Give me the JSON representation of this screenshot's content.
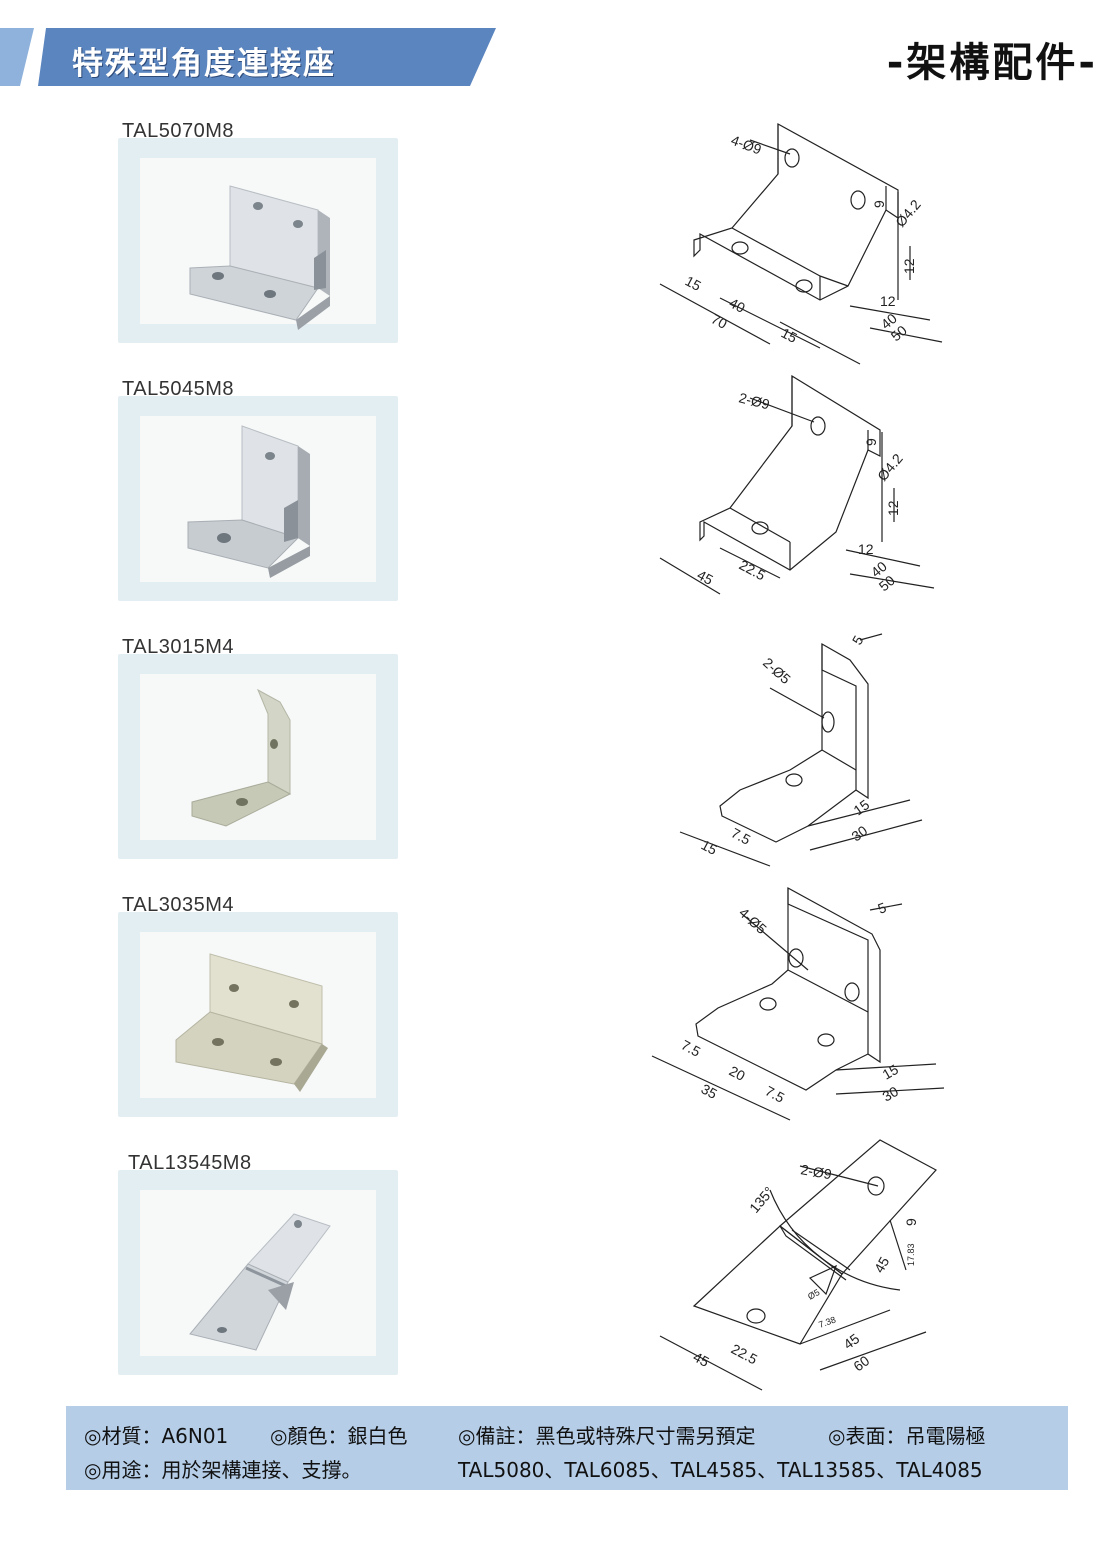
{
  "header": {
    "title": "特殊型角度連接座",
    "category": "-架構配件-"
  },
  "products": [
    {
      "model": "TAL5070M8",
      "dims": {
        "holes": "4-Ø9",
        "d1": "9",
        "d2": "Ø4.2",
        "d3": "12",
        "d4": "12",
        "d5": "40",
        "d6": "50",
        "d7": "15",
        "d8": "40",
        "d9": "70",
        "d10": "15"
      }
    },
    {
      "model": "TAL5045M8",
      "dims": {
        "holes": "2-Ø9",
        "d1": "9",
        "d2": "Ø4.2",
        "d3": "12",
        "d4": "12",
        "d5": "40",
        "d6": "50",
        "d7": "45",
        "d8": "22.5"
      }
    },
    {
      "model": "TAL3015M4",
      "dims": {
        "holes": "2-Ø5",
        "d1": "5",
        "d2": "15",
        "d3": "30",
        "d4": "15",
        "d5": "7.5"
      }
    },
    {
      "model": "TAL3035M4",
      "dims": {
        "holes": "4-Ø5",
        "d1": "5",
        "d2": "15",
        "d3": "30",
        "d4": "7.5",
        "d5": "20",
        "d6": "35",
        "d7": "7.5"
      }
    },
    {
      "model": "TAL13545M8",
      "dims": {
        "holes": "2-Ø9",
        "angle": "135°",
        "d1": "9",
        "d2": "17.83",
        "d3": "45",
        "d4": "Ø5",
        "d5": "7.38",
        "d6": "45",
        "d7": "60",
        "d8": "45",
        "d9": "22.5"
      }
    }
  ],
  "footer": {
    "material": "◎材質：A6N01",
    "color": "◎顏色：銀白色",
    "note": "◎備註：黑色或特殊尺寸需另預定",
    "surface": "◎表面：吊電陽極",
    "usage": "◎用途：用於架構連接、支撐。",
    "models": "TAL5080、TAL6085、TAL4585、TAL13585、TAL4085"
  },
  "colors": {
    "banner": "#5b85bf",
    "banner_accent": "#7ea3d3",
    "footer_bg": "#b5cde7",
    "photo_frame": "#e3eef3"
  }
}
